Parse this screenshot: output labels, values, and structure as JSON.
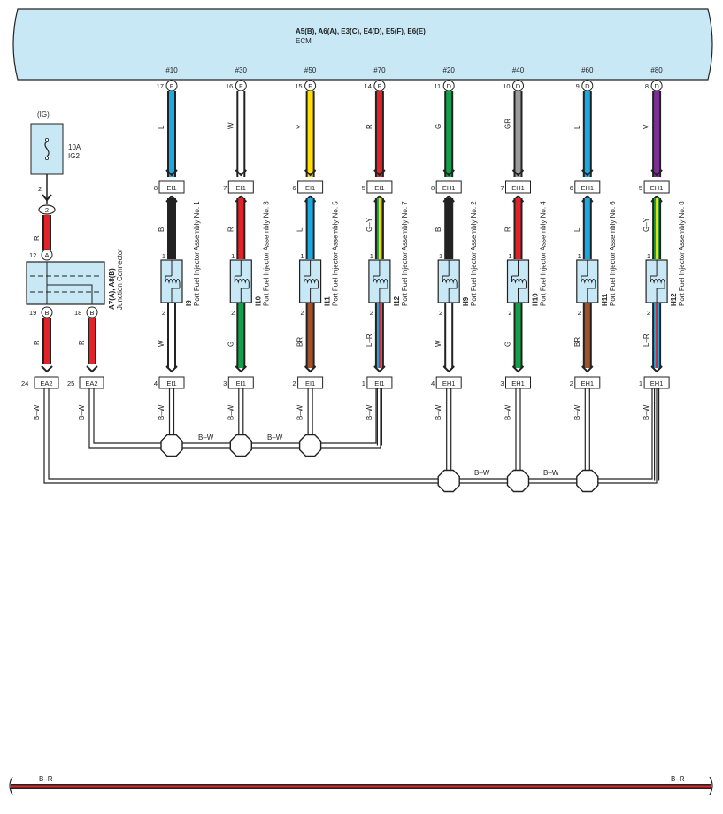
{
  "ecm": {
    "connectors": "A5(B), A6(A), E3(C), E4(D), E5(F), E6(E)",
    "label": "ECM"
  },
  "fuse": {
    "supply": "(IG)",
    "rating": "10A",
    "name": "IG2",
    "pin": "2",
    "splice": "2"
  },
  "feed_wire": "R",
  "junction": {
    "id": "A7(A), A8(B)",
    "label": "Junction Connector",
    "pin_in": "12",
    "pin_in_letter": "A",
    "pin_out_a": "19",
    "pin_out_b": "18",
    "pin_out_letter": "B",
    "wire_a": "R",
    "wire_b": "R",
    "conn_a_pin": "24",
    "conn_a": "EA2",
    "conn_b_pin": "25",
    "conn_b": "EA2",
    "gnd_a": "B–W",
    "gnd_b": "B–W"
  },
  "injectors": [
    {
      "terminal": "#10",
      "pin": "17",
      "letter": "F",
      "wire_top": "L",
      "top_color": "#1aa9e2",
      "conn_top": "EI1",
      "conn_top_pin": "8",
      "wire_mid": "B",
      "mid_colors": [
        "#222222"
      ],
      "id": "I9",
      "name": "Port Fuel Injector Assembly No. 1",
      "wire_low": "W",
      "low_colors": [
        "#ffffff"
      ],
      "conn_bot": "EI1",
      "conn_bot_pin": "4",
      "gnd": "B–W"
    },
    {
      "terminal": "#30",
      "pin": "16",
      "letter": "F",
      "wire_top": "W",
      "top_color": "#ffffff",
      "conn_top": "EI1",
      "conn_top_pin": "7",
      "wire_mid": "R",
      "mid_colors": [
        "#e32228"
      ],
      "id": "I10",
      "name": "Port Fuel Injector Assembly No. 3",
      "wire_low": "G",
      "low_colors": [
        "#12a04b"
      ],
      "conn_bot": "EI1",
      "conn_bot_pin": "3",
      "gnd": "B–W"
    },
    {
      "terminal": "#50",
      "pin": "15",
      "letter": "F",
      "wire_top": "Y",
      "top_color": "#ffe000",
      "conn_top": "EI1",
      "conn_top_pin": "6",
      "wire_mid": "L",
      "mid_colors": [
        "#1aa9e2"
      ],
      "id": "I11",
      "name": "Port Fuel Injector Assembly No. 5",
      "wire_low": "BR",
      "low_colors": [
        "#a0522d"
      ],
      "conn_bot": "EI1",
      "conn_bot_pin": "2",
      "gnd": "B–W"
    },
    {
      "terminal": "#70",
      "pin": "14",
      "letter": "F",
      "wire_top": "R",
      "top_color": "#e32228",
      "conn_top": "EI1",
      "conn_top_pin": "5",
      "wire_mid": "G–Y",
      "mid_colors": [
        "#12a04b",
        "#ffe000"
      ],
      "id": "I12",
      "name": "Port Fuel Injector Assembly No. 7",
      "wire_low": "L–R",
      "low_colors": [
        "#1aa9e2",
        "#e32228"
      ],
      "conn_bot": "EI1",
      "conn_bot_pin": "1",
      "gnd": "B–W"
    },
    {
      "terminal": "#20",
      "pin": "11",
      "letter": "D",
      "wire_top": "G",
      "top_color": "#12a04b",
      "conn_top": "EH1",
      "conn_top_pin": "8",
      "wire_mid": "B",
      "mid_colors": [
        "#222222"
      ],
      "id": "H9",
      "name": "Port Fuel Injector Assembly No. 2",
      "wire_low": "W",
      "low_colors": [
        "#ffffff"
      ],
      "conn_bot": "EH1",
      "conn_bot_pin": "4",
      "gnd": "B–W"
    },
    {
      "terminal": "#40",
      "pin": "10",
      "letter": "D",
      "wire_top": "GR",
      "top_color": "#9b9b9b",
      "conn_top": "EH1",
      "conn_top_pin": "7",
      "wire_mid": "R",
      "mid_colors": [
        "#e32228"
      ],
      "id": "H10",
      "name": "Port Fuel Injector Assembly No. 4",
      "wire_low": "G",
      "low_colors": [
        "#12a04b"
      ],
      "conn_bot": "EH1",
      "conn_bot_pin": "3",
      "gnd": "B–W"
    },
    {
      "terminal": "#60",
      "pin": "9",
      "letter": "D",
      "wire_top": "L",
      "top_color": "#1aa9e2",
      "conn_top": "EH1",
      "conn_top_pin": "6",
      "wire_mid": "L",
      "mid_colors": [
        "#1aa9e2"
      ],
      "id": "H11",
      "name": "Port Fuel Injector Assembly No. 6",
      "wire_low": "BR",
      "low_colors": [
        "#a0522d"
      ],
      "conn_bot": "EH1",
      "conn_bot_pin": "2",
      "gnd": "B–W"
    },
    {
      "terminal": "#80",
      "pin": "8",
      "letter": "D",
      "wire_top": "V",
      "top_color": "#7b2f95",
      "conn_top": "EH1",
      "conn_top_pin": "5",
      "wire_mid": "G–Y",
      "mid_colors": [
        "#12a04b",
        "#ffe000"
      ],
      "id": "H12",
      "name": "Port Fuel Injector Assembly No. 8",
      "wire_low": "L–R",
      "low_colors": [
        "#1aa9e2",
        "#e32228"
      ],
      "conn_bot": "EH1",
      "conn_bot_pin": "1",
      "gnd": "B–W"
    }
  ],
  "ground_bus": {
    "upper_label_1": "B–W",
    "upper_label_2": "B–W",
    "lower_label_1": "B–W",
    "lower_label_2": "B–W"
  },
  "bottom_bus": {
    "label_left": "B–R",
    "label_right": "B–R"
  },
  "colors": {
    "panel_fill": "#c8e8f6",
    "connector_fill": "#c8e8f6",
    "line": "#222222",
    "red": "#e32228"
  }
}
